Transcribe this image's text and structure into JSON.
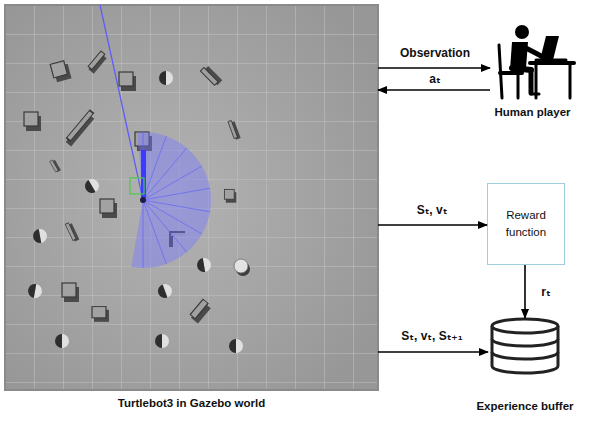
{
  "diagram": {
    "nodes": [
      {
        "text": [
          "Turtlebot3 in Gazebo world"
        ]
      },
      {
        "text": [
          "Human player"
        ]
      },
      {
        "text": [
          "Reward function"
        ]
      },
      {
        "text": [
          "Experience buffer"
        ]
      }
    ],
    "edges": [
      {
        "from": 0,
        "to": 1,
        "arrow": "to",
        "label": "Observation"
      },
      {
        "from": 1,
        "to": 0,
        "arrow": "to",
        "label": "aₜ"
      },
      {
        "from": 0,
        "to": 2,
        "arrow": "to",
        "label": "Sₜ, vₜ"
      },
      {
        "from": 2,
        "to": 3,
        "arrow": "to",
        "label": "rₜ"
      },
      {
        "from": 0,
        "to": 3,
        "arrow": "to",
        "label": "Sₜ, vₜ, Sₜ₊₁"
      }
    ]
  }
}
